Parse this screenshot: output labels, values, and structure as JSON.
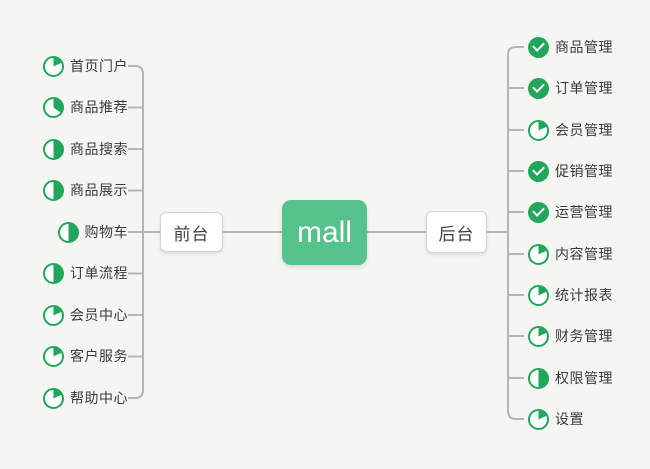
{
  "diagram": {
    "type": "mindmap",
    "background_color": "#f5f5f2",
    "root": {
      "label": "mall",
      "fill_color": "#55c28b",
      "text_color": "#ffffff"
    },
    "icon_color": "#21a65b",
    "line_color": "#b5b5b5",
    "branches": {
      "left": {
        "label": "前台",
        "side": "left",
        "items": [
          {
            "label": "首页门户",
            "icon": "pie-18"
          },
          {
            "label": "商品推荐",
            "icon": "pie-35"
          },
          {
            "label": "商品搜索",
            "icon": "pie-50"
          },
          {
            "label": "商品展示",
            "icon": "pie-50"
          },
          {
            "label": "购物车",
            "icon": "pie-50"
          },
          {
            "label": "订单流程",
            "icon": "pie-50"
          },
          {
            "label": "会员中心",
            "icon": "pie-18"
          },
          {
            "label": "客户服务",
            "icon": "pie-18"
          },
          {
            "label": "帮助中心",
            "icon": "pie-18"
          }
        ]
      },
      "right": {
        "label": "后台",
        "side": "right",
        "items": [
          {
            "label": "商品管理",
            "icon": "check"
          },
          {
            "label": "订单管理",
            "icon": "check"
          },
          {
            "label": "会员管理",
            "icon": "pie-18"
          },
          {
            "label": "促销管理",
            "icon": "check"
          },
          {
            "label": "运营管理",
            "icon": "check"
          },
          {
            "label": "内容管理",
            "icon": "pie-18"
          },
          {
            "label": "统计报表",
            "icon": "pie-18"
          },
          {
            "label": "财务管理",
            "icon": "pie-18"
          },
          {
            "label": "权限管理",
            "icon": "pie-50"
          },
          {
            "label": "设置",
            "icon": "pie-18"
          }
        ]
      }
    }
  }
}
